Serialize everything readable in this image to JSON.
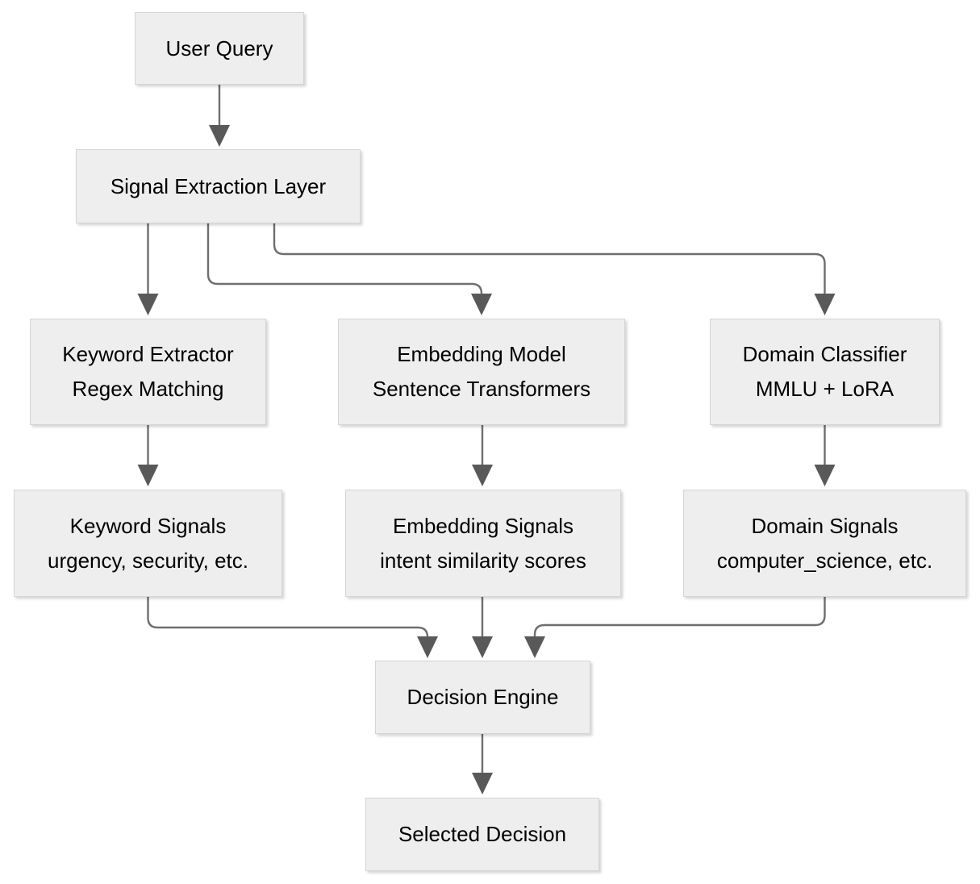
{
  "diagram": {
    "colors": {
      "background": "#ffffff",
      "node_fill": "#eeeeee",
      "node_border": "#d5d5d5",
      "edge_stroke": "#6e6e6e",
      "arrowhead_fill": "#595959",
      "text": "#000000"
    },
    "nodes": {
      "user_query": {
        "line1": "User Query"
      },
      "signal_extraction": {
        "line1": "Signal Extraction Layer"
      },
      "keyword_extractor": {
        "line1": "Keyword Extractor",
        "line2": "Regex Matching"
      },
      "embedding_model": {
        "line1": "Embedding Model",
        "line2": "Sentence Transformers"
      },
      "domain_classifier": {
        "line1": "Domain Classifier",
        "line2": "MMLU + LoRA"
      },
      "keyword_signals": {
        "line1": "Keyword Signals",
        "line2": "urgency, security, etc."
      },
      "embedding_signals": {
        "line1": "Embedding Signals",
        "line2": "intent similarity scores"
      },
      "domain_signals": {
        "line1": "Domain Signals",
        "line2": "computer_science, etc."
      },
      "decision_engine": {
        "line1": "Decision Engine"
      },
      "selected_decision": {
        "line1": "Selected Decision"
      }
    },
    "edges": [
      "user_query -> signal_extraction",
      "signal_extraction -> keyword_extractor",
      "signal_extraction -> embedding_model",
      "signal_extraction -> domain_classifier",
      "keyword_extractor -> keyword_signals",
      "embedding_model -> embedding_signals",
      "domain_classifier -> domain_signals",
      "keyword_signals -> decision_engine",
      "embedding_signals -> decision_engine",
      "domain_signals -> decision_engine",
      "decision_engine -> selected_decision"
    ]
  }
}
